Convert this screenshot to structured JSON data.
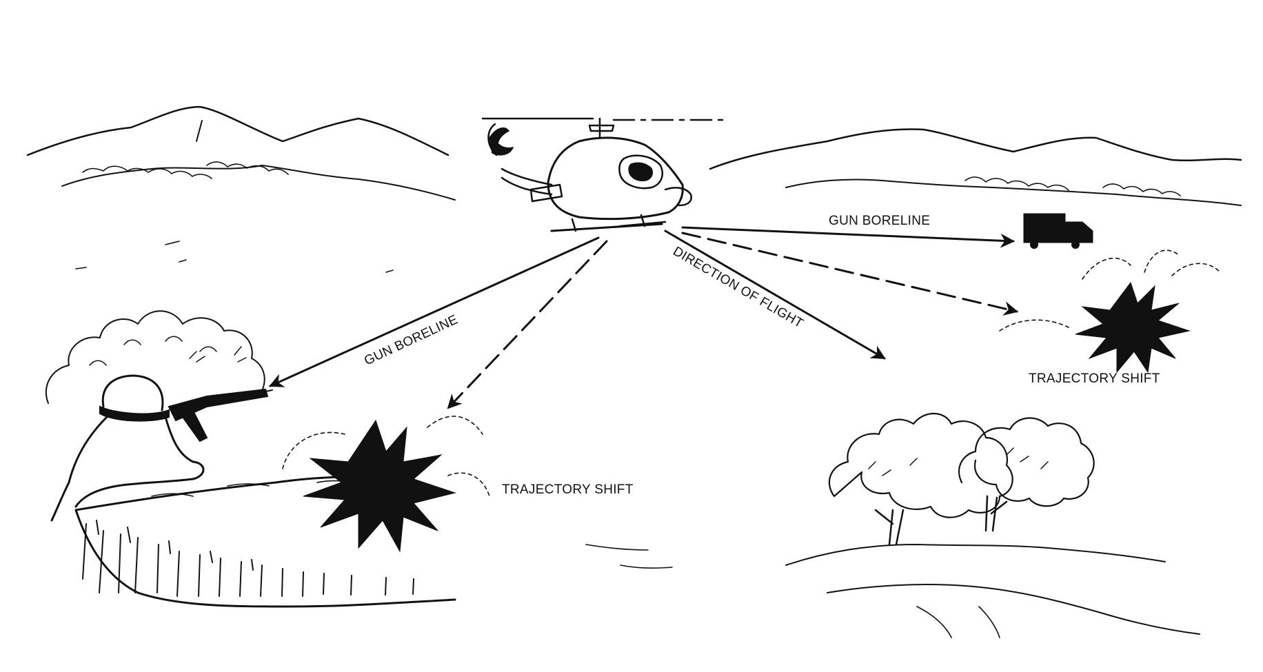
{
  "labels": {
    "gun_boreline_right": "GUN BORELINE",
    "gun_boreline_left": "GUN BORELINE",
    "direction_of_flight": "DIRECTION OF FLIGHT",
    "trajectory_shift_right": "TRAJECTORY SHIFT",
    "trajectory_shift_left": "TRAJECTORY SHIFT"
  },
  "colors": {
    "ink": "#111111",
    "background": "#ffffff"
  }
}
